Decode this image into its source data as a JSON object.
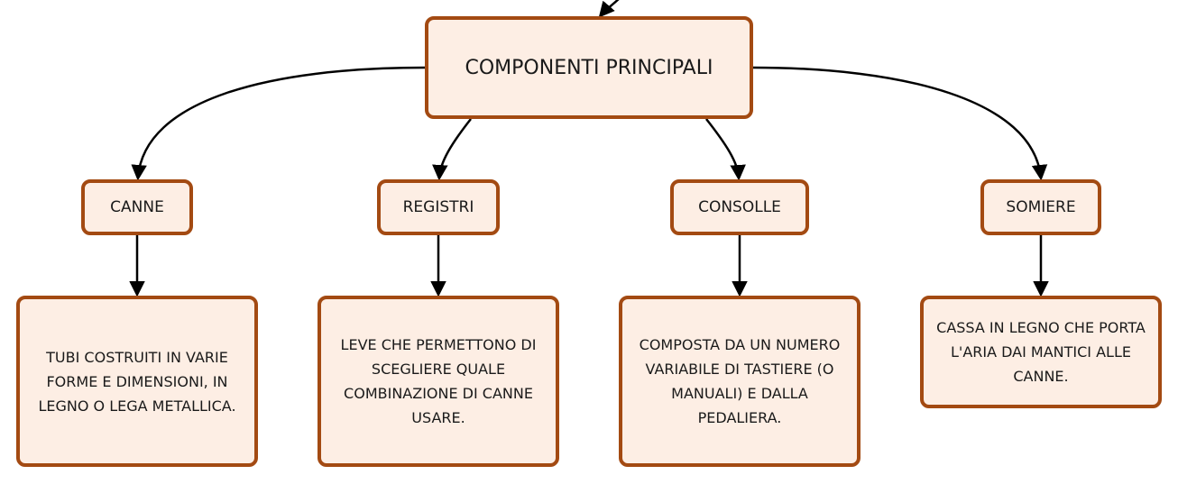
{
  "root": {
    "label": "COMPONENTI PRINCIPALI"
  },
  "categories": [
    {
      "label": "CANNE",
      "description": "TUBI COSTRUITI IN VARIE FORME E DIMENSIONI, IN LEGNO O LEGA METALLICA."
    },
    {
      "label": "REGISTRI",
      "description": "LEVE CHE PERMETTONO DI SCEGLIERE QUALE COMBINAZIONE DI CANNE USARE."
    },
    {
      "label": "CONSOLLE",
      "description": "COMPOSTA DA UN NUMERO VARIABILE DI TASTIERE (O MANUALI) E DALLA PEDALIERA."
    },
    {
      "label": "SOMIERE",
      "description": "CASSA IN LEGNO CHE PORTA L'ARIA DAI MANTICI ALLE CANNE."
    }
  ],
  "colors": {
    "node_fill": "#fdeee4",
    "node_border": "#a34a12",
    "connector": "#000000"
  }
}
